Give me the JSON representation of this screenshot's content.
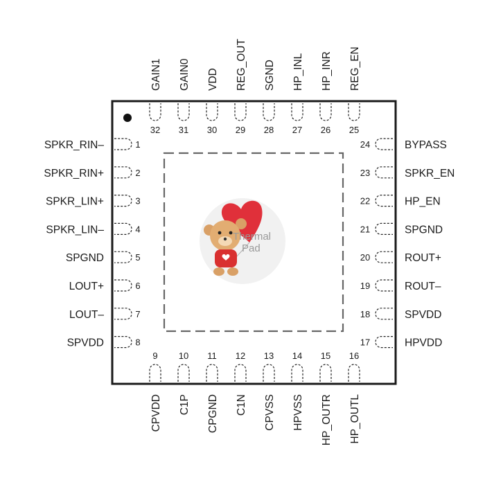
{
  "package": {
    "thermal_pad_label_line1": "Thermal",
    "thermal_pad_label_line2": "Pad"
  },
  "pins": {
    "left": [
      {
        "num": "1",
        "name": "SPKR_RIN–"
      },
      {
        "num": "2",
        "name": "SPKR_RIN+"
      },
      {
        "num": "3",
        "name": "SPKR_LIN+"
      },
      {
        "num": "4",
        "name": "SPKR_LIN–"
      },
      {
        "num": "5",
        "name": "SPGND"
      },
      {
        "num": "6",
        "name": "LOUT+"
      },
      {
        "num": "7",
        "name": "LOUT–"
      },
      {
        "num": "8",
        "name": "SPVDD"
      }
    ],
    "bottom": [
      {
        "num": "9",
        "name": "CPVDD"
      },
      {
        "num": "10",
        "name": "C1P"
      },
      {
        "num": "11",
        "name": "CPGND"
      },
      {
        "num": "12",
        "name": "C1N"
      },
      {
        "num": "13",
        "name": "CPVSS"
      },
      {
        "num": "14",
        "name": "HPVSS"
      },
      {
        "num": "15",
        "name": "HP_OUTR"
      },
      {
        "num": "16",
        "name": "HP_OUTL"
      }
    ],
    "right": [
      {
        "num": "17",
        "name": "HPVDD"
      },
      {
        "num": "18",
        "name": "SPVDD"
      },
      {
        "num": "19",
        "name": "ROUT–"
      },
      {
        "num": "20",
        "name": "ROUT+"
      },
      {
        "num": "21",
        "name": "SPGND"
      },
      {
        "num": "22",
        "name": "HP_EN"
      },
      {
        "num": "23",
        "name": "SPKR_EN"
      },
      {
        "num": "24",
        "name": "BYPASS"
      }
    ],
    "top": [
      {
        "num": "25",
        "name": "REG_EN"
      },
      {
        "num": "26",
        "name": "HP_INR"
      },
      {
        "num": "27",
        "name": "HP_INL"
      },
      {
        "num": "28",
        "name": "SGND"
      },
      {
        "num": "29",
        "name": "REG_OUT"
      },
      {
        "num": "30",
        "name": "VDD"
      },
      {
        "num": "31",
        "name": "GAIN0"
      },
      {
        "num": "32",
        "name": "GAIN1"
      }
    ]
  },
  "colors": {
    "outline": "#1a1a1a",
    "pad_dash": "#666666",
    "heart": "#e0303a",
    "bear": "#d9a066"
  }
}
